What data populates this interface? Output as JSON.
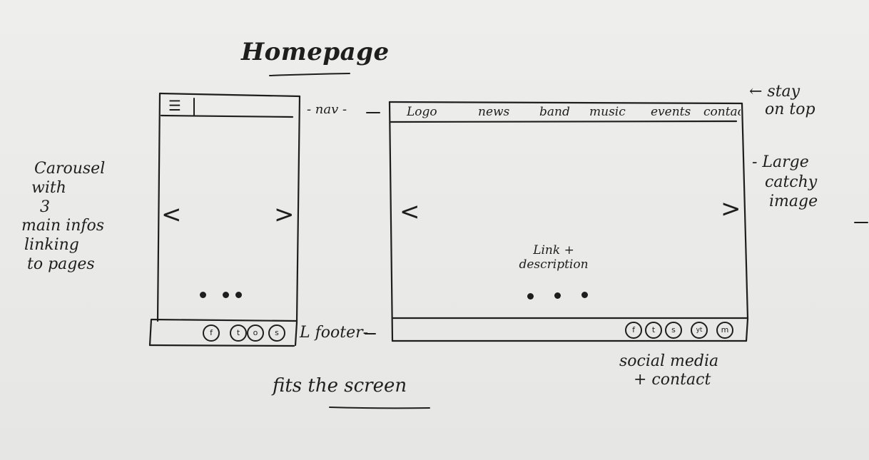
{
  "title": "Homepage",
  "subtitle": "fits the screen",
  "annotations": {
    "nav": "- nav -",
    "footer": "L footer-",
    "stay_line1": "← stay",
    "stay_line2": "on top",
    "large_line1": "- Large",
    "large_line2": "catchy",
    "large_line3": "image",
    "social_line1": "social media",
    "social_line2": "+ contact",
    "carousel_line1": "Carousel",
    "carousel_line2": "with",
    "carousel_line3": "3",
    "carousel_line4": "main infos",
    "carousel_line5": "linking",
    "carousel_line6": "to pages"
  },
  "mobile": {
    "menu_icon": "hamburger-icon",
    "prev_arrow": "<",
    "next_arrow": ">",
    "carousel_dots": 3,
    "social_icons": [
      "f",
      "t",
      "o",
      "s"
    ]
  },
  "desktop": {
    "nav_items": [
      "Logo",
      "news",
      "band",
      "music",
      "events",
      "contact"
    ],
    "prev_arrow": "<",
    "next_arrow": ">",
    "center_line1": "Link +",
    "center_line2": "description",
    "carousel_dots": 3,
    "social_icons": [
      "f",
      "t",
      "s",
      "yt",
      "m"
    ]
  },
  "colors": {
    "paper": "#e9e9e7",
    "ink": "#1e1e1e"
  }
}
